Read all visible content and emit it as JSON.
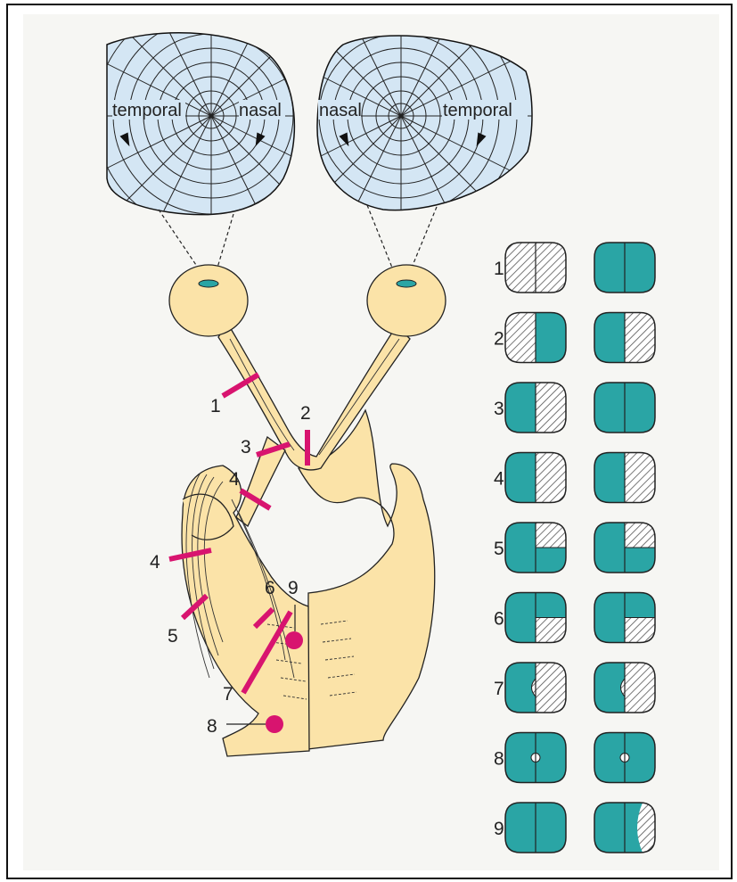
{
  "visual_fields": {
    "left": {
      "temporal": "temporal",
      "nasal": "nasal"
    },
    "right": {
      "nasal": "nasal",
      "temporal": "temporal"
    }
  },
  "lesion_markers": [
    "1",
    "2",
    "3",
    "4",
    "4",
    "5",
    "6",
    "7",
    "8",
    "9"
  ],
  "defect_rows": [
    {
      "label": "1",
      "left": "full-hatched",
      "right": "full-clear"
    },
    {
      "label": "2",
      "left": "left-hatched",
      "right": "right-hatched"
    },
    {
      "label": "3",
      "left": "right-hatched",
      "right": "full-clear"
    },
    {
      "label": "4",
      "left": "right-hatched",
      "right": "right-hatched"
    },
    {
      "label": "5",
      "left": "upper-right-hatched",
      "right": "upper-right-hatched"
    },
    {
      "label": "6",
      "left": "lower-right-hatched",
      "right": "lower-right-hatched"
    },
    {
      "label": "7",
      "left": "right-hatched-notch",
      "right": "right-hatched-notch"
    },
    {
      "label": "8",
      "left": "central-spot",
      "right": "central-spot"
    },
    {
      "label": "9",
      "left": "full-clear",
      "right": "right-crescent-hatched"
    }
  ],
  "colors": {
    "field_blue": "#d4e6f4",
    "teal": "#2aa5a5",
    "tissue": "#fbe3a8",
    "lesion": "#d8146f",
    "hatch": "#555555"
  }
}
